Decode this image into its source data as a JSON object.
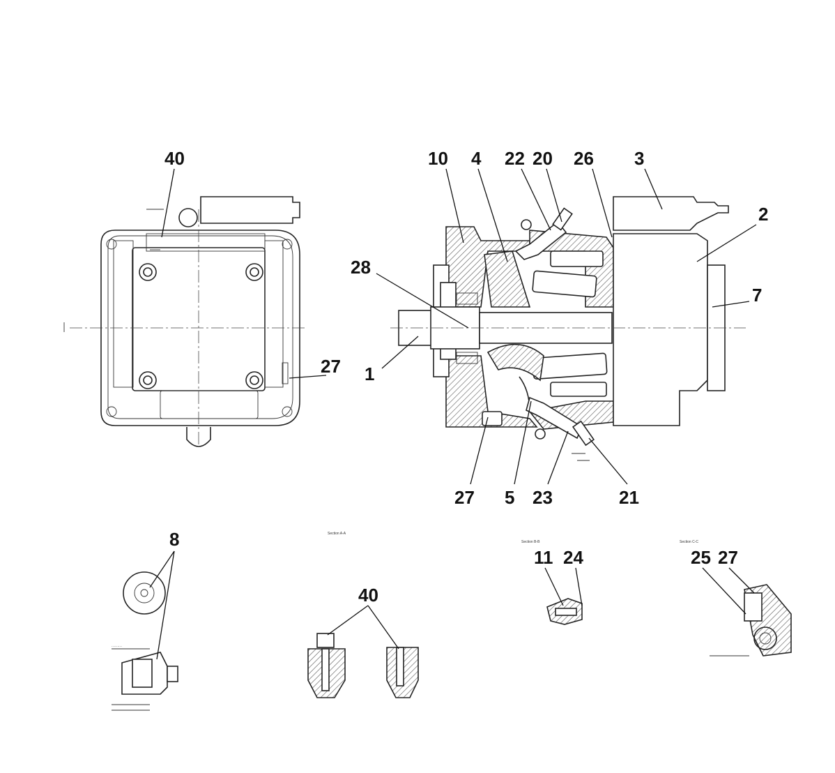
{
  "labels": {
    "l1": "1",
    "l2": "2",
    "l3": "3",
    "l4": "4",
    "l5": "5",
    "l7": "7",
    "l8": "8",
    "l10": "10",
    "l11": "11",
    "l20": "20",
    "l21": "21",
    "l22": "22",
    "l23": "23",
    "l24": "24",
    "l25": "25",
    "l26": "26",
    "l27a": "27",
    "l27b": "27",
    "l27c": "27",
    "l28": "28",
    "l40a": "40",
    "l40b": "40"
  },
  "view_titles": {
    "aa": "Section A-A",
    "bb": "Section B-B",
    "cc": "Section C-C"
  }
}
